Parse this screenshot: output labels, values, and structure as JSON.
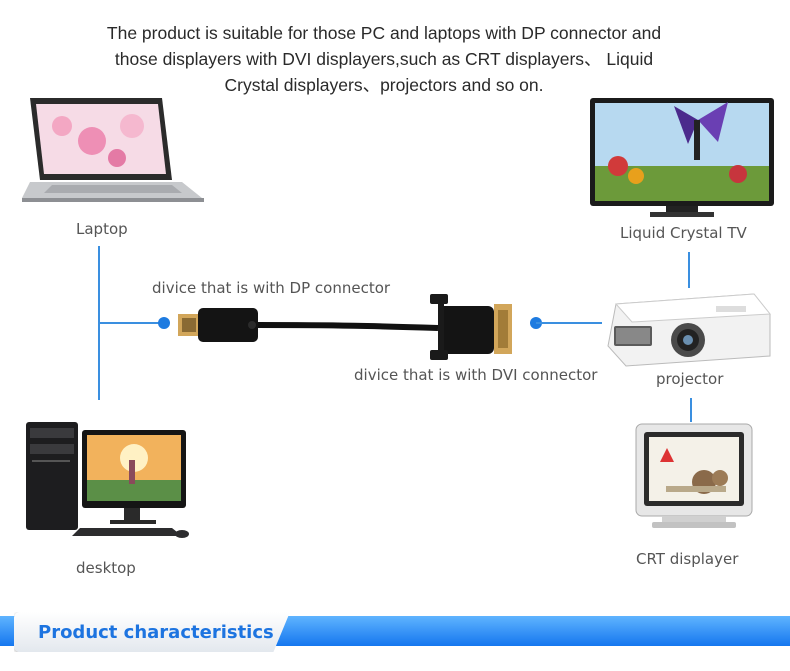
{
  "intro": {
    "line1": "The product is suitable for those PC and laptops with DP connector and",
    "line2": "those displayers with DVI displayers,such as CRT displayers、 Liquid",
    "line3": "Crystal displayers、projectors and so on."
  },
  "devices": {
    "laptop": "Laptop",
    "desktop": "desktop",
    "lcd_tv": "Liquid Crystal TV",
    "projector": "projector",
    "crt": "CRT displayer"
  },
  "connectors": {
    "dp": "divice that is with DP connector",
    "dvi": "divice that is with DVI connector"
  },
  "banner": {
    "title": "Product characteristics"
  },
  "colors": {
    "accent": "#1e7be0",
    "line": "#3a8fe0",
    "banner_blue": "#1577ef"
  }
}
